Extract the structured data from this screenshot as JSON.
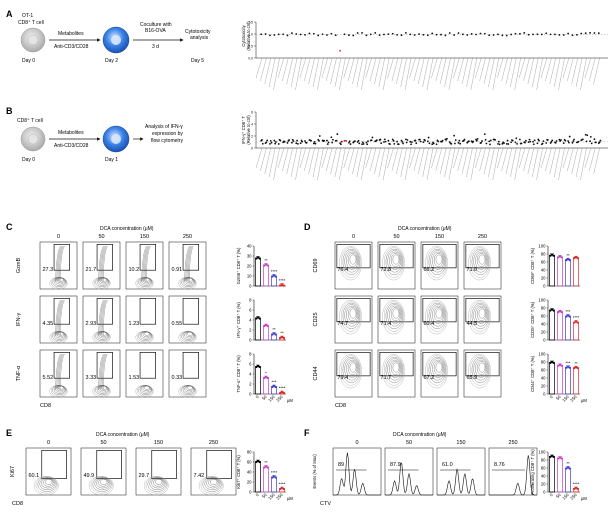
{
  "panels": {
    "A": {
      "label": "A",
      "cell_lines": [
        "OT-1",
        "CD8⁺ T cell"
      ],
      "arrow1_top": "Metabolites",
      "arrow1_bottom": "Anti-CD3/CD28",
      "arrow2_top_lines": [
        "Coculture with",
        "B16-OVA"
      ],
      "arrow2_bottom": "3 d",
      "arrow3_lines": [
        "Cytotoxicity",
        "analysis"
      ],
      "days": [
        "Day 0",
        "Day 2",
        "Day 5"
      ],
      "ylabel_lines": [
        "Cytotoxicity",
        "(Relative to ctrl)"
      ],
      "yticks": [
        "1.5",
        "1.0",
        "0.5",
        "0.0"
      ]
    },
    "B": {
      "label": "B",
      "cell_lines": [
        "CD8⁺ T cell"
      ],
      "arrow1_top": "Metabolites",
      "arrow1_bottom": "Anti-CD3/CD28",
      "arrow2_lines": [
        "Analysis of IFN-γ",
        "expression by",
        "flow cytometry"
      ],
      "days": [
        "Day 0",
        "Day 1"
      ],
      "ylabel_lines": [
        "IFN-γ⁺ CD8⁺ T",
        "(Relative to ctrl)"
      ],
      "yticks": [
        "6",
        "4",
        "2",
        "0"
      ]
    },
    "C": {
      "label": "C",
      "header": "DCA concentration (μM)",
      "concentrations": [
        "0",
        "50",
        "150",
        "250"
      ],
      "rows": [
        {
          "marker": "GzmB",
          "percents": [
            "27.3",
            "21.7",
            "10.2",
            "0.91"
          ],
          "bar_ylabel": "GzmB⁺ CD8⁺ T (%)",
          "yticks": [
            "40",
            "30",
            "20",
            "10",
            "0"
          ],
          "sig": [
            "",
            "**",
            "****",
            "****"
          ],
          "values": [
            28,
            21,
            10,
            1
          ]
        },
        {
          "marker": "IFN-γ",
          "percents": [
            "4.35",
            "2.93",
            "1.23",
            "0.55"
          ],
          "bar_ylabel": "IFN-γ⁺ CD8⁺ T (%)",
          "yticks": [
            "8",
            "6",
            "4",
            "2",
            "0"
          ],
          "sig": [
            "",
            "",
            "**",
            "**"
          ],
          "values": [
            4.4,
            2.9,
            1.2,
            0.5
          ]
        },
        {
          "marker": "TNF-α",
          "percents": [
            "5.52",
            "3.33",
            "1.53",
            "0.33"
          ],
          "bar_ylabel": "TNF-α⁺ CD8⁺ T (%)",
          "yticks": [
            "8",
            "6",
            "4",
            "2",
            "0"
          ],
          "sig": [
            "",
            "*",
            "***",
            "****"
          ],
          "values": [
            5.5,
            3.3,
            1.5,
            0.3
          ]
        }
      ],
      "xlabel": "CD8",
      "bar_xticks": [
        "0",
        "50",
        "150",
        "250"
      ],
      "unit": "μM"
    },
    "D": {
      "label": "D",
      "header": "DCA concentration (μM)",
      "concentrations": [
        "0",
        "50",
        "150",
        "250"
      ],
      "rows": [
        {
          "marker": "CD69",
          "percents": [
            "76.4",
            "72.8",
            "66.2",
            "71.0"
          ],
          "bar_ylabel": "CD69⁺ CD8⁺ T (%)",
          "yticks": [
            "100",
            "80",
            "60",
            "40",
            "20",
            "0"
          ],
          "sig": [
            "",
            "",
            "**",
            ""
          ],
          "values": [
            77,
            73,
            66,
            71
          ]
        },
        {
          "marker": "CD25",
          "percents": [
            "74.7",
            "71.4",
            "60.4",
            "44.5"
          ],
          "bar_ylabel": "CD25⁺ CD8⁺ T (%)",
          "yticks": [
            "100",
            "80",
            "60",
            "40",
            "20",
            "0"
          ],
          "sig": [
            "",
            "",
            "***",
            "****"
          ],
          "values": [
            75,
            71,
            60,
            45
          ]
        },
        {
          "marker": "CD44",
          "percents": [
            "79.4",
            "71.7",
            "67.2",
            "65.9"
          ],
          "bar_ylabel": "CD44⁺ CD8⁺ T (%)",
          "yticks": [
            "100",
            "80",
            "60",
            "40",
            "20",
            "0"
          ],
          "sig": [
            "",
            "",
            "***",
            "**"
          ],
          "values": [
            79,
            72,
            67,
            66
          ]
        }
      ],
      "xlabel": "CD8",
      "bar_xticks": [
        "0",
        "50",
        "150",
        "250"
      ],
      "unit": "μM"
    },
    "E": {
      "label": "E",
      "header": "DCA concentration (μM)",
      "concentrations": [
        "0",
        "50",
        "150",
        "250"
      ],
      "marker": "Ki67",
      "percents": [
        "60.1",
        "49.9",
        "29.7",
        "7.42"
      ],
      "bar_ylabel": "Ki67⁺ CD8⁺ T (%)",
      "yticks": [
        "80",
        "60",
        "40",
        "20",
        "0"
      ],
      "sig": [
        "",
        "**",
        "****",
        "****"
      ],
      "values": [
        61,
        50,
        30,
        7
      ],
      "xlabel": "CD8",
      "bar_xticks": [
        "0",
        "50",
        "150",
        "250"
      ],
      "unit": "μM"
    },
    "F": {
      "label": "F",
      "header": "DCA concentration (μM)",
      "concentrations": [
        "0",
        "50",
        "150",
        "250"
      ],
      "percents": [
        "89",
        "87.9",
        "61.0",
        "8.76"
      ],
      "ylabel": "Events (% of Max)",
      "xlabel": "CTV",
      "bar_ylabel": "Proliferating CD8⁺ T (%)",
      "yticks": [
        "100",
        "80",
        "60",
        "40",
        "20",
        "0"
      ],
      "sig": [
        "",
        "",
        "**",
        "****"
      ],
      "values": [
        89,
        85,
        60,
        9
      ],
      "bar_xticks": [
        "0",
        "50",
        "150",
        "250"
      ],
      "unit": "μM"
    }
  },
  "colors": {
    "black": "#000000",
    "magenta": "#c83cc8",
    "blue": "#3c3cd2",
    "red": "#e02828",
    "cell_blue": "#2f6fd6",
    "cell_gray": "#c8c8c8"
  }
}
